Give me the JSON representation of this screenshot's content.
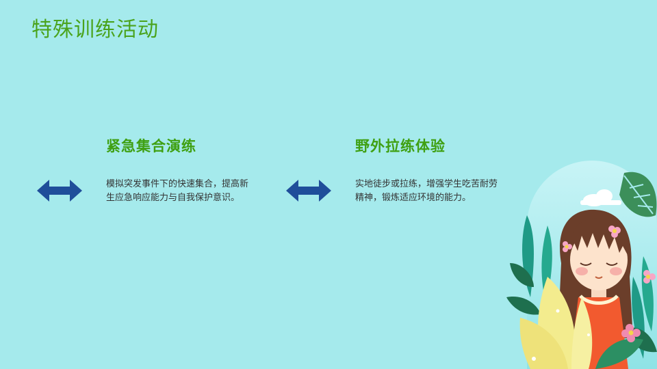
{
  "slide": {
    "title": "特殊训练活动",
    "items": [
      {
        "heading": "紧急集合演练",
        "text": "模拟突发事件下的快速集合，提高新生应急响应能力与自我保护意识。",
        "icon": "double-arrow-icon"
      },
      {
        "heading": "野外拉练体验",
        "text": "实地徒步或拉练，增强学生吃苦耐劳精神，锻炼适应环境的能力。",
        "icon": "double-arrow-icon"
      }
    ]
  },
  "colors": {
    "background": "#a5eaec",
    "title": "#4aa31c",
    "heading": "#3fa012",
    "arrow": "#1f4e9a"
  }
}
